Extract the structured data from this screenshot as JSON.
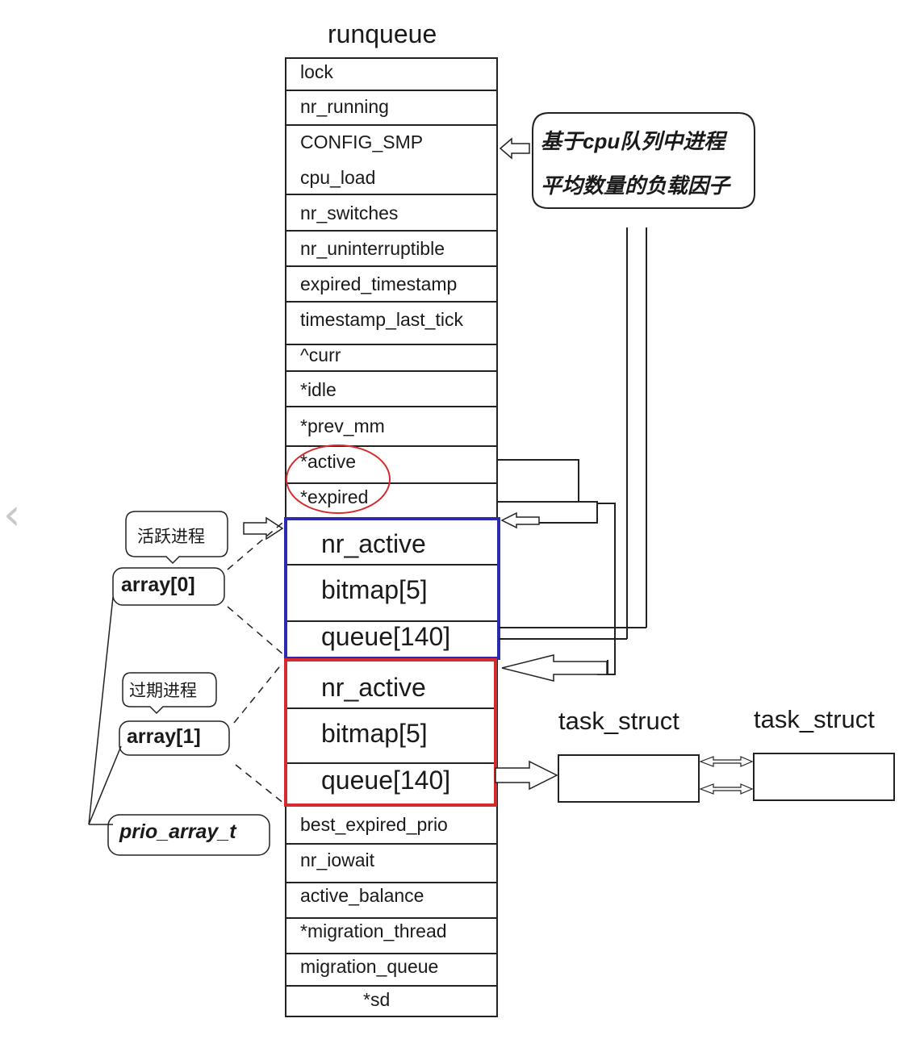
{
  "title": "runqueue",
  "fields": [
    "lock",
    "nr_running",
    "CONFIG_SMP",
    "cpu_load",
    "nr_switches",
    "nr_uninterruptible",
    "expired_timestamp",
    "timestamp_last_tick",
    "^curr",
    "*idle",
    "*prev_mm",
    "*active",
    "*expired"
  ],
  "array0": [
    "nr_active",
    "bitmap[5]",
    "queue[140]"
  ],
  "array1": [
    "nr_active",
    "bitmap[5]",
    "queue[140]"
  ],
  "fields_bottom": [
    "best_expired_prio",
    "nr_iowait",
    "active_balance",
    "*migration_thread",
    "migration_queue",
    "*sd"
  ],
  "note": {
    "line1": "基于cpu队列中进程",
    "line2": "平均数量的负载因子"
  },
  "active_bubble": "活跃进程",
  "expired_bubble": "过期进程",
  "label_array0": "array[0]",
  "label_array1": "array[1]",
  "label_prio": "prio_array_t",
  "task1": "task_struct",
  "task2": "task_struct",
  "nav_prev_icon": "‹",
  "colors": {
    "array0_border": "#2b2bb0",
    "array1_border": "#d62b2b",
    "highlight_circle": "#d62b2b"
  }
}
